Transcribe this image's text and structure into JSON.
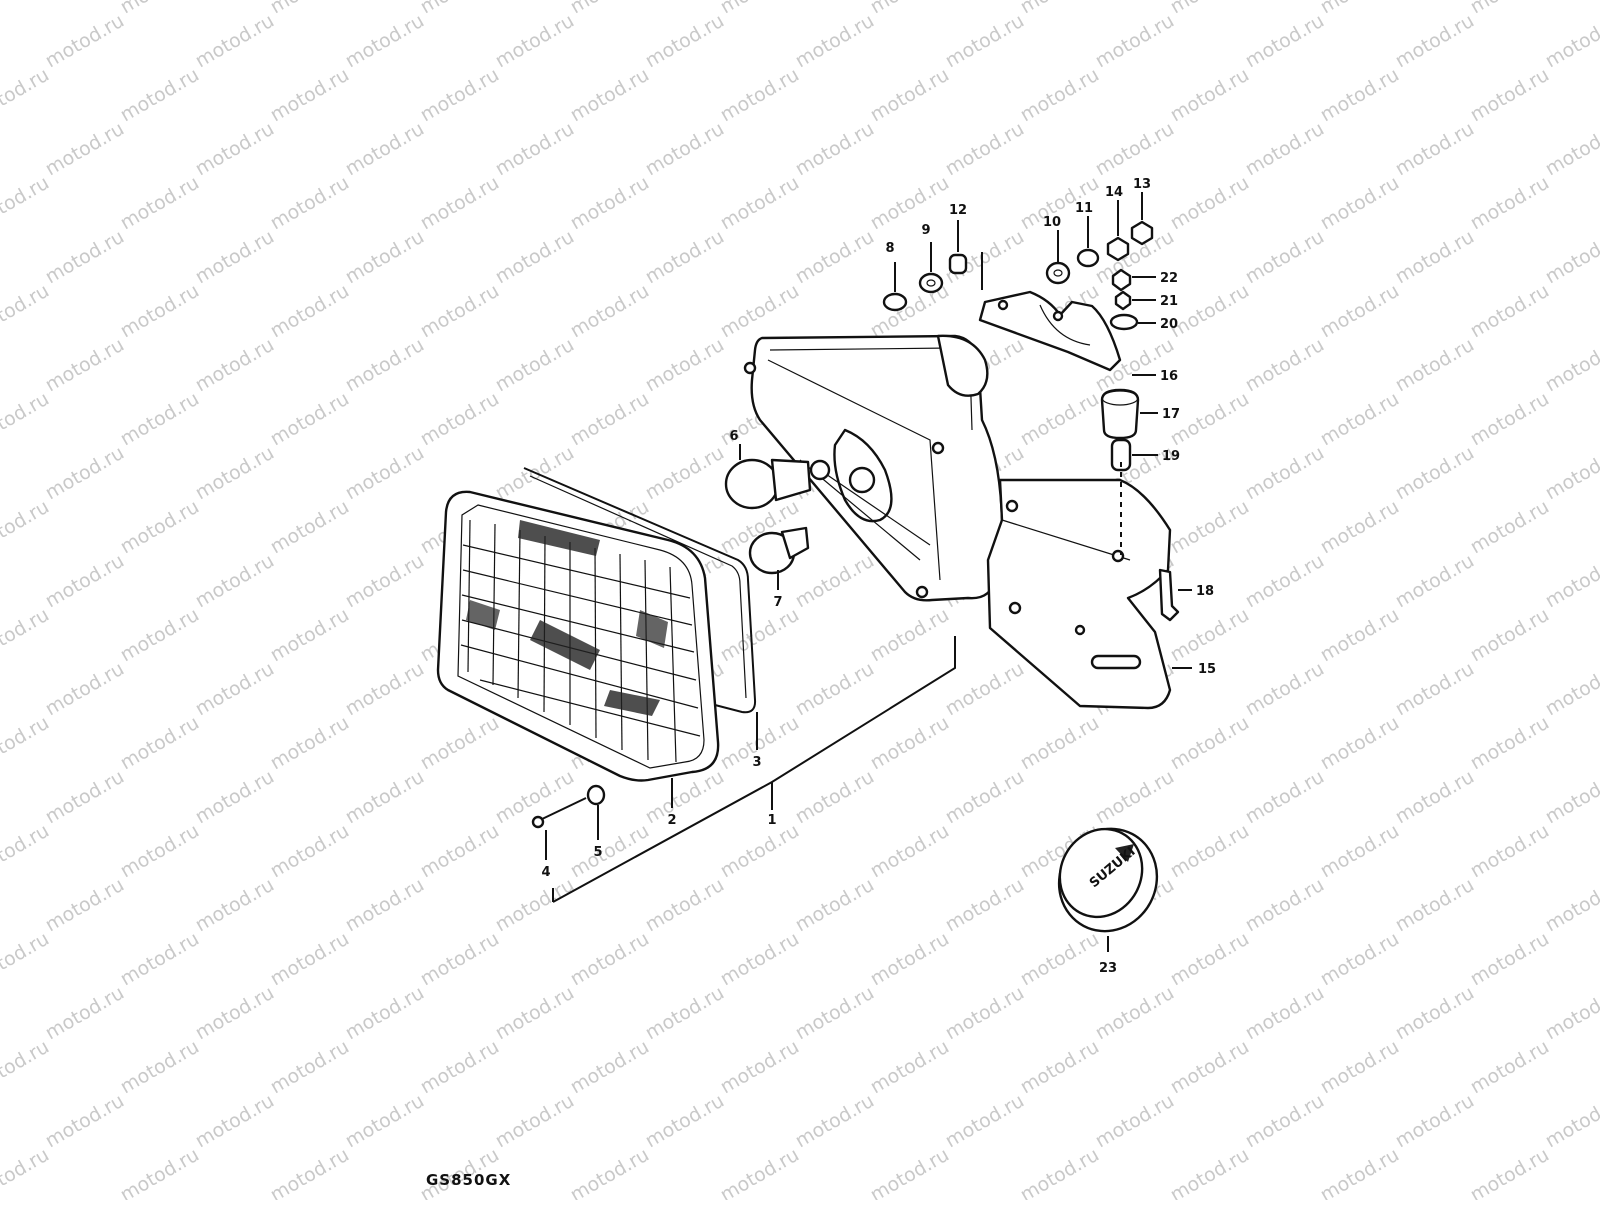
{
  "diagram": {
    "model_label": "GS850GX",
    "watermark": "motod.ru",
    "logo_text": "SUZUKI",
    "callouts": [
      {
        "id": "c1",
        "text": "1"
      },
      {
        "id": "c2",
        "text": "2"
      },
      {
        "id": "c3",
        "text": "3"
      },
      {
        "id": "c4",
        "text": "4"
      },
      {
        "id": "c5",
        "text": "5"
      },
      {
        "id": "c6",
        "text": "6"
      },
      {
        "id": "c7",
        "text": "7"
      },
      {
        "id": "c8",
        "text": "8"
      },
      {
        "id": "c9",
        "text": "9"
      },
      {
        "id": "c10",
        "text": "10"
      },
      {
        "id": "c11",
        "text": "11"
      },
      {
        "id": "c12",
        "text": "12"
      },
      {
        "id": "c13",
        "text": "13"
      },
      {
        "id": "c14",
        "text": "14"
      },
      {
        "id": "c15",
        "text": "15"
      },
      {
        "id": "c16",
        "text": "16"
      },
      {
        "id": "c17",
        "text": "17"
      },
      {
        "id": "c18",
        "text": "18"
      },
      {
        "id": "c19",
        "text": "19"
      },
      {
        "id": "c20",
        "text": "20"
      },
      {
        "id": "c21",
        "text": "21"
      },
      {
        "id": "c22",
        "text": "22"
      },
      {
        "id": "c23",
        "text": "23"
      }
    ]
  }
}
